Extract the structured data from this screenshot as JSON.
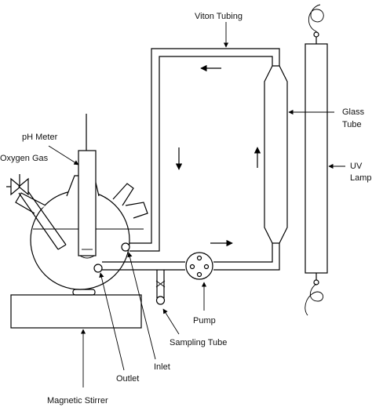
{
  "labels": {
    "viton_tubing": "Viton Tubing",
    "ph_meter": "pH Meter",
    "oxygen_gas": "Oxygen Gas",
    "glass": "Glass",
    "tube": "Tube",
    "uv": "UV",
    "lamp": "Lamp",
    "pump": "Pump",
    "sampling_tube": "Sampling Tube",
    "inlet": "Inlet",
    "outlet": "Outlet",
    "magnetic_stirrer": "Magnetic Stirrer"
  },
  "colors": {
    "line": "#000000",
    "background": "#ffffff"
  }
}
